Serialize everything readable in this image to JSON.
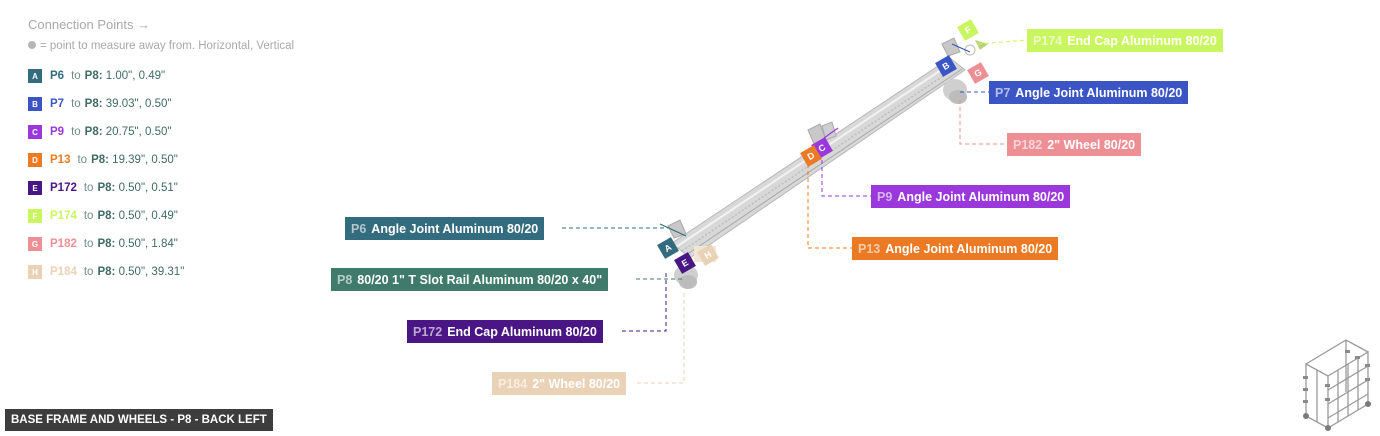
{
  "legend": {
    "title": "Connection Points →",
    "note": "= point to measure away from. Horizontal, Vertical",
    "rows": [
      {
        "letter": "A",
        "part": "P6",
        "to": "to",
        "target": "P8:",
        "value": "1.00\", 0.49\"",
        "color": "#336b7f"
      },
      {
        "letter": "B",
        "part": "P7",
        "to": "to",
        "target": "P8:",
        "value": "39.03\", 0.50\"",
        "color": "#3b55c4"
      },
      {
        "letter": "C",
        "part": "P9",
        "to": "to",
        "target": "P8:",
        "value": "20.75\", 0.50\"",
        "color": "#9b38db"
      },
      {
        "letter": "D",
        "part": "P13",
        "to": "to",
        "target": "P8:",
        "value": "19.39\", 0.50\"",
        "color": "#ec7a24"
      },
      {
        "letter": "E",
        "part": "P172",
        "to": "to",
        "target": "P8:",
        "value": "0.50\", 0.51\"",
        "color": "#4a1585"
      },
      {
        "letter": "F",
        "part": "P174",
        "to": "to",
        "target": "P8:",
        "value": "0.50\", 0.49\"",
        "color": "#c9f561"
      },
      {
        "letter": "G",
        "part": "P182",
        "to": "to",
        "target": "P8:",
        "value": "0.50\", 1.84\"",
        "color": "#ee8f95"
      },
      {
        "letter": "H",
        "part": "P184",
        "to": "to",
        "target": "P8:",
        "value": "0.50\", 39.31\"",
        "color": "#e9d2b6"
      }
    ]
  },
  "callouts": {
    "p174": {
      "id": "P174",
      "name": "End Cap Aluminum 80/20",
      "color": "#c9f561"
    },
    "p7": {
      "id": "P7",
      "name": "Angle Joint Aluminum 80/20",
      "color": "#3b55c4"
    },
    "p182": {
      "id": "P182",
      "name": "2\" Wheel 80/20",
      "color": "#ee8f95"
    },
    "p9": {
      "id": "P9",
      "name": "Angle Joint Aluminum 80/20",
      "color": "#9b38db"
    },
    "p13": {
      "id": "P13",
      "name": "Angle Joint Aluminum 80/20",
      "color": "#ec7a24"
    },
    "p6": {
      "id": "P6",
      "name": "Angle Joint Aluminum 80/20",
      "color": "#336b7f"
    },
    "p8": {
      "id": "P8",
      "name": "80/20 1\" T Slot Rail Aluminum 80/20 x 40\"",
      "color": "#3f7a6d"
    },
    "p172": {
      "id": "P172",
      "name": "End Cap Aluminum 80/20",
      "color": "#4a1585"
    },
    "p184": {
      "id": "P184",
      "name": "2\" Wheel 80/20",
      "color": "#e9d2b6"
    }
  },
  "markers": {
    "a": "A",
    "b": "B",
    "c": "C",
    "d": "D",
    "e": "E",
    "f": "F",
    "g": "G",
    "h": "H"
  },
  "caption": "BASE FRAME AND WHEELS - P8 - BACK LEFT"
}
